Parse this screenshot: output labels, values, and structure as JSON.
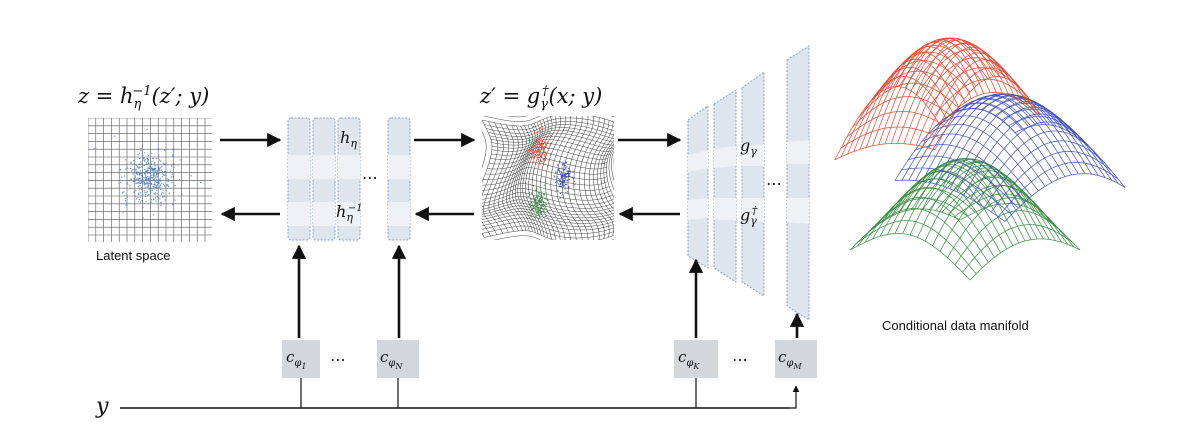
{
  "latent": {
    "equation": "z = h_η^{-1}(z′; y)",
    "caption": "Latent space"
  },
  "flow_h": {
    "forward_label": "h_η",
    "inverse_label": "h_η^{-1}",
    "ellipsis": "⋯"
  },
  "middle": {
    "equation": "z′ = g_γ^†(x; y)"
  },
  "flow_g": {
    "forward_label": "g_γ",
    "inverse_label": "g_γ^†",
    "ellipsis": "⋯"
  },
  "conditioners": {
    "items": [
      {
        "label": "c_{φ1}"
      },
      {
        "label": "c_{φN}"
      },
      {
        "label": "c_{φK}"
      },
      {
        "label": "c_{φM}"
      }
    ],
    "ellipsis": "⋯"
  },
  "condition_variable": "y",
  "manifold": {
    "caption": "Conditional data manifold"
  },
  "colors": {
    "block_fill": "#dfe5ed",
    "block_band": "#eef1f6",
    "block_border": "#8aa6c6",
    "conditioner_fill": "#d3d7dc",
    "red_cluster": "#e8412c",
    "blue_cluster": "#3b4bb8",
    "green_cluster": "#2e8a3a",
    "latent_points": "#4a7cc0"
  }
}
